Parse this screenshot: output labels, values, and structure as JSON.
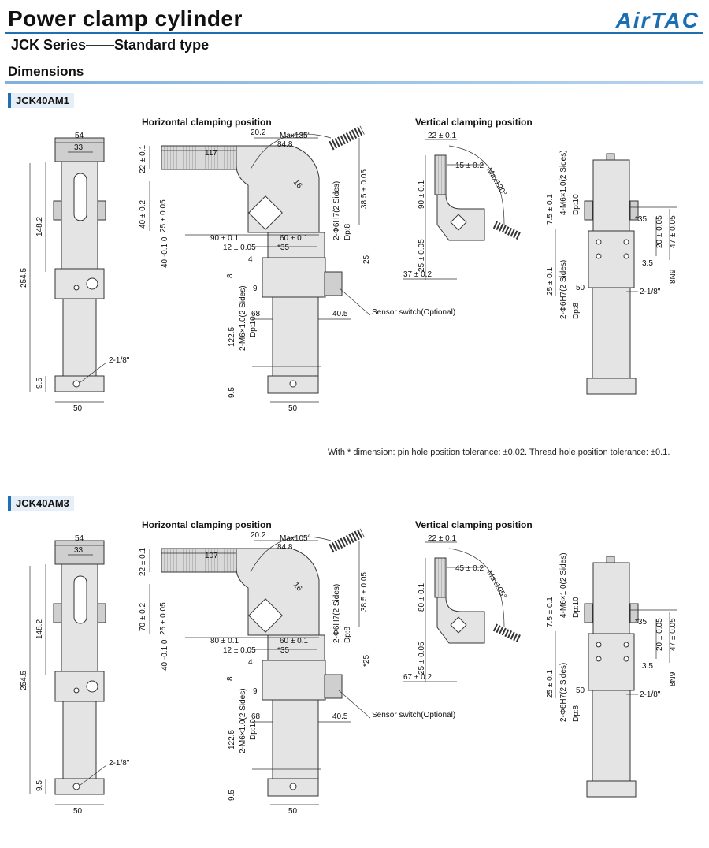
{
  "header": {
    "title": "Power clamp cylinder",
    "brand": "AirTAC",
    "subtitle": "JCK Series——Standard type",
    "section": "Dimensions",
    "brand_color": "#1a6fb3"
  },
  "models": [
    {
      "name": "JCK40AM1",
      "horizontal_title": "Horizontal clamping position",
      "vertical_title": "Vertical clamping position",
      "front": {
        "w54": "54",
        "w33": "33",
        "h148": "148.2",
        "h254": "254.5",
        "port": "2-1/8\"",
        "h9": "9.5",
        "w50": "50"
      },
      "horizontal": {
        "d20": "20.2",
        "max": "Max135°",
        "d84": "84.8",
        "d117": "117",
        "d22": "22 ± 0.1",
        "d40": "40 ± 0.2",
        "d25": "25 ± 0.05",
        "d90": "90 ± 0.1",
        "d60": "60 ± 0.1",
        "d12": "12 ± 0.05",
        "d35": "*35",
        "d40b": "40 -0.1 0",
        "d4": "4",
        "d8": "8",
        "d9": "9",
        "d68": "68",
        "d405": "40.5",
        "d1225": "122.5",
        "m6": "2-M6×1.0(2 Sides)",
        "dp10": "Dp:10",
        "pin": "2-Φ6H7(2 Sides)",
        "dp8": "Dp:8",
        "d385": "38.5 ± 0.05",
        "d16": "16",
        "d25b": "25",
        "d95": "9.5",
        "d50": "50",
        "sensor": "Sensor switch(Optional)"
      },
      "vertical": {
        "d22": "22 ± 0.1",
        "d15": "15 ± 0.2",
        "max": "Max120°",
        "d90": "90 ± 0.1",
        "d25": "25 ± 0.05",
        "d37": "37 ± 0.2"
      },
      "side": {
        "m6": "4-M6×1.0(2 Sides)",
        "dp10": "Dp:10",
        "d75": "7.5 ± 0.1",
        "d35": "*35",
        "d20": "20 ± 0.05",
        "d47": "47 ± 0.05",
        "d35b": "3.5",
        "n9": "8N9",
        "d25": "25 ± 0.1",
        "pin": "2-Φ6H7(2 Sides)",
        "dp8": "Dp:8",
        "d50": "50",
        "port": "2-1/8\""
      }
    },
    {
      "name": "JCK40AM3",
      "horizontal_title": "Horizontal clamping position",
      "vertical_title": "Vertical clamping position",
      "front": {
        "w54": "54",
        "w33": "33",
        "h148": "148.2",
        "h254": "254.5",
        "port": "2-1/8\"",
        "h9": "9.5",
        "w50": "50"
      },
      "horizontal": {
        "d20": "20.2",
        "max": "Max105°",
        "d84": "84.8",
        "d117": "107",
        "d22": "22 ± 0.1",
        "d40": "70 ± 0.2",
        "d25": "25 ± 0.05",
        "d90": "80 ± 0.1",
        "d60": "60 ± 0.1",
        "d12": "12 ± 0.05",
        "d35": "*35",
        "d40b": "40 -0.1 0",
        "d4": "4",
        "d8": "8",
        "d9": "9",
        "d68": "68",
        "d405": "40.5",
        "d1225": "122.5",
        "m6": "2-M6×1.0(2 Sides)",
        "dp10": "Dp:10",
        "pin": "2-Φ6H7(2 Sides)",
        "dp8": "Dp:8",
        "d385": "38.5 ± 0.05",
        "d16": "16",
        "d25b": "*25",
        "d95": "9.5",
        "d50": "50",
        "sensor": "Sensor switch(Optional)"
      },
      "vertical": {
        "d22": "22 ± 0.1",
        "d15": "45 ± 0.2",
        "max": "Max105°",
        "d90": "80 ± 0.1",
        "d25": "25 ± 0.05",
        "d37": "67 ± 0.2"
      },
      "side": {
        "m6": "4-M6×1.0(2 Sides)",
        "dp10": "Dp:10",
        "d75": "7.5 ± 0.1",
        "d35": "*35",
        "d20": "20 ± 0.05",
        "d47": "47 ± 0.05",
        "d35b": "3.5",
        "n9": "8N9",
        "d25": "25 ± 0.1",
        "pin": "2-Φ6H7(2 Sides)",
        "dp8": "Dp:8",
        "d50": "50",
        "port": "2-1/8\""
      }
    }
  ],
  "tolerance_note": "With * dimension: pin hole position tolerance: ±0.02. Thread hole position tolerance: ±0.1."
}
